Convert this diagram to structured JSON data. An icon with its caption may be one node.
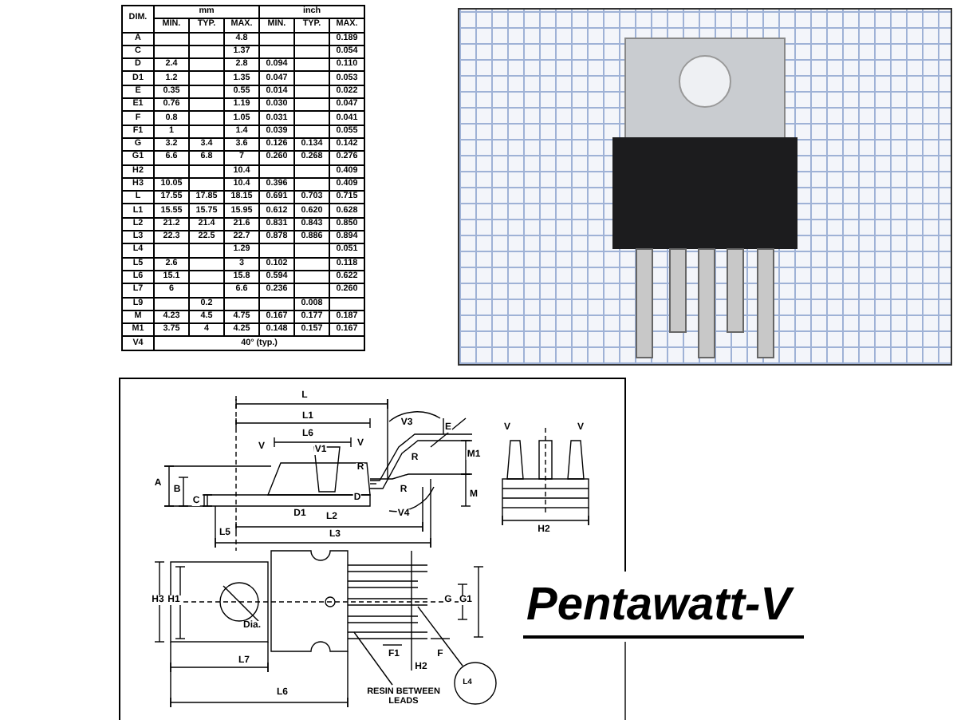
{
  "diagram": {
    "title": "Pentawatt-V",
    "labels": [
      "DIM.",
      "mm",
      "inch",
      "MIN.",
      "TYP.",
      "MAX.",
      "MIN.",
      "TYP.",
      "MAX.",
      "A",
      "4.8",
      "0.189",
      "C",
      "1.37",
      "0.054",
      "D",
      "2.4",
      "2.8",
      "0.094",
      "0.110",
      "D1",
      "1.2",
      "1.35",
      "0.047",
      "0.053",
      "E",
      "0.35",
      "0.55",
      "0.014",
      "0.022",
      "E1",
      "0.76",
      "1.19",
      "0.030",
      "0.047",
      "F",
      "0.8",
      "1.05",
      "0.031",
      "0.041",
      "F1",
      "1",
      "1.4",
      "0.039",
      "0.055",
      "G",
      "3.2",
      "3.4",
      "3.6",
      "0.126",
      "0.134",
      "0.142",
      "G1",
      "6.6",
      "6.8",
      "7",
      "0.260",
      "0.268",
      "0.276",
      "H2",
      "10.4",
      "0.409",
      "H3",
      "10.05",
      "10.4",
      "0.396",
      "0.409",
      "L",
      "17.55",
      "17.85",
      "18.15",
      "0.691",
      "0.703",
      "0.715",
      "L1",
      "15.55",
      "15.75",
      "15.95",
      "0.612",
      "0.620",
      "0.628",
      "L2",
      "21.2",
      "21.4",
      "21.6",
      "0.831",
      "0.843",
      "0.850",
      "L3",
      "22.3",
      "22.5",
      "22.7",
      "0.878",
      "0.886",
      "0.894",
      "L4",
      "1.29",
      "0.051",
      "L5",
      "2.6",
      "3",
      "0.102",
      "0.118",
      "L6",
      "15.1",
      "15.8",
      "0.594",
      "0.622",
      "L7",
      "6",
      "6.6",
      "0.236",
      "0.260",
      "L9",
      "0.2",
      "0.008",
      "M",
      "4.23",
      "4.5",
      "4.75",
      "0.167",
      "0.177",
      "0.187",
      "M1",
      "3.75",
      "4",
      "4.25",
      "0.148",
      "0.157",
      "0.167",
      "V4",
      "40° (typ.)",
      "L",
      "L1",
      "L6",
      "V",
      "V1",
      "V",
      "V3",
      "E",
      "M1",
      "A",
      "B",
      "C",
      "R",
      "R",
      "R",
      "D",
      "D1",
      "L2",
      "V4",
      "M",
      "L5",
      "L3",
      "V",
      "V",
      "H2",
      "H3",
      "H1",
      "Dia.",
      "G",
      "G1",
      "F1",
      "F",
      "H2",
      "L7",
      "L4",
      "L6",
      "RESIN BETWEEN LEADS"
    ]
  }
}
